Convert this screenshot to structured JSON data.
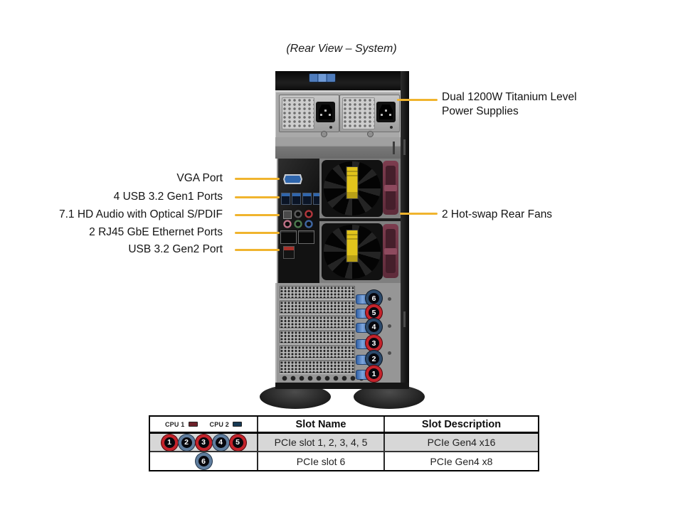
{
  "title": "(Rear View – System)",
  "callouts": {
    "left": [
      {
        "label": "VGA Port"
      },
      {
        "label": "4 USB 3.2 Gen1 Ports"
      },
      {
        "label": "7.1 HD Audio with Optical S/PDIF"
      },
      {
        "label": "2 RJ45 GbE Ethernet Ports"
      },
      {
        "label": "USB 3.2 Gen2 Port"
      }
    ],
    "right": [
      {
        "line1": "Dual 1200W Titanium Level",
        "line2": "Power Supplies"
      },
      {
        "label": "2 Hot-swap Rear Fans"
      }
    ]
  },
  "chassis": {
    "slot_badges_top_to_bottom": [
      {
        "number": "6",
        "cpu": "CPU 2"
      },
      {
        "number": "5",
        "cpu": "CPU 1"
      },
      {
        "number": "4",
        "cpu": "CPU 2"
      },
      {
        "number": "3",
        "cpu": "CPU 1"
      },
      {
        "number": "2",
        "cpu": "CPU 2"
      },
      {
        "number": "1",
        "cpu": "CPU 1"
      }
    ]
  },
  "table": {
    "legend": {
      "cpu1_label": "CPU 1",
      "cpu2_label": "CPU 2"
    },
    "headers": {
      "slot_name": "Slot Name",
      "slot_description": "Slot Description"
    },
    "rows": [
      {
        "badges": [
          {
            "number": "1",
            "cpu": "CPU 1"
          },
          {
            "number": "2",
            "cpu": "CPU 2"
          },
          {
            "number": "3",
            "cpu": "CPU 1"
          },
          {
            "number": "4",
            "cpu": "CPU 2"
          },
          {
            "number": "5",
            "cpu": "CPU 1"
          }
        ],
        "slot_name": "PCIe slot 1, 2, 3, 4, 5",
        "slot_description": "PCIe Gen4 x16"
      },
      {
        "badges": [
          {
            "number": "6",
            "cpu": "CPU 2"
          }
        ],
        "slot_name": "PCIe slot 6",
        "slot_description": "PCIe Gen4 x8"
      }
    ]
  },
  "colors": {
    "callout_line": "#F0B42E",
    "cpu1_swatch": "#6D2029",
    "cpu2_swatch": "#173954",
    "badge_ring_red": "#C4232B",
    "badge_ring_blue_table": "#5F7D9E",
    "badge_ring_navy_chassis": "#2C4A6B",
    "fan_label_yellow": "#E2C41C",
    "fan_handle_maroon": "#6D3444",
    "slot_latch_blue": "#2F5FA5",
    "highlight_row_gray": "#D7D7D7"
  }
}
